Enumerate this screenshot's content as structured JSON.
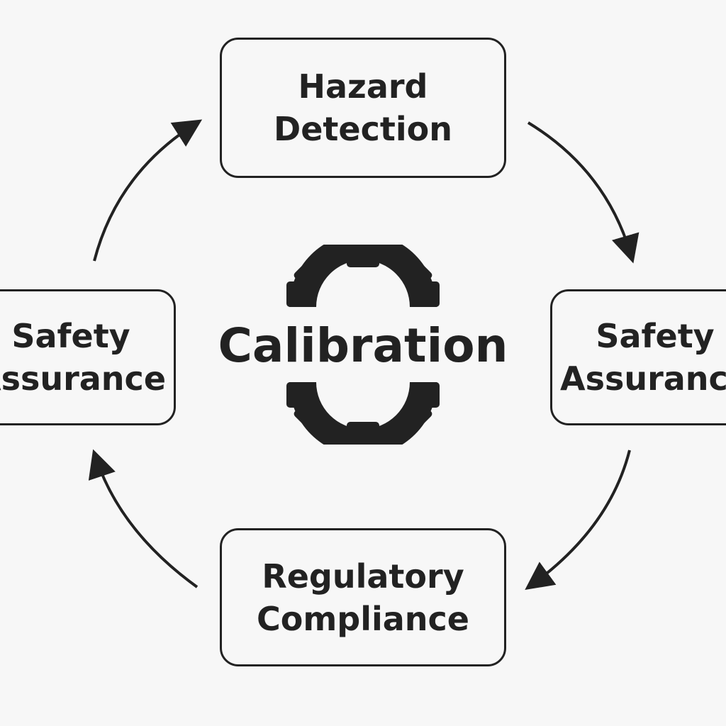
{
  "diagram": {
    "center": {
      "label": "Calibration",
      "icon": "gear-icon"
    },
    "nodes": [
      {
        "id": "top",
        "lines": [
          "Hazard",
          "Detection"
        ]
      },
      {
        "id": "right",
        "lines": [
          "Safety",
          "Assurance"
        ]
      },
      {
        "id": "bottom",
        "lines": [
          "Regulatory",
          "Compliance"
        ]
      },
      {
        "id": "left",
        "lines": [
          "Safety",
          "Assurance"
        ]
      }
    ],
    "flow": "clockwise",
    "colors": {
      "stroke": "#222222",
      "background": "#f7f7f7"
    }
  }
}
